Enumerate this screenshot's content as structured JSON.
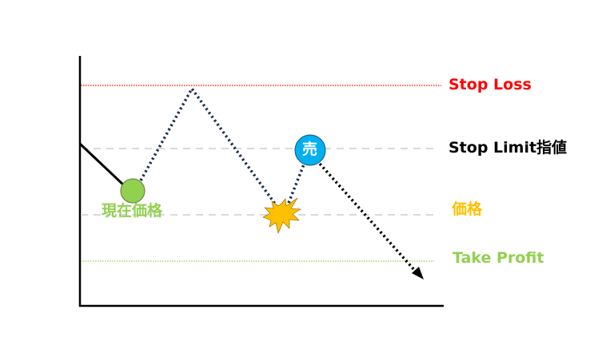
{
  "labels": {
    "stop_loss": "Stop Loss",
    "stop_limit": "Stop Limit指値",
    "price": "価格",
    "take_profit": "Take Profit",
    "current_price": "現在価格",
    "sell": "売"
  },
  "colors": {
    "stop_loss": "#ff0000",
    "stop_limit": "#000000",
    "price": "#ffc000",
    "take_profit": "#92d050",
    "current_price": "#92d050",
    "sell_marker": "#00b0f0",
    "path": "#1f2d4a"
  }
}
